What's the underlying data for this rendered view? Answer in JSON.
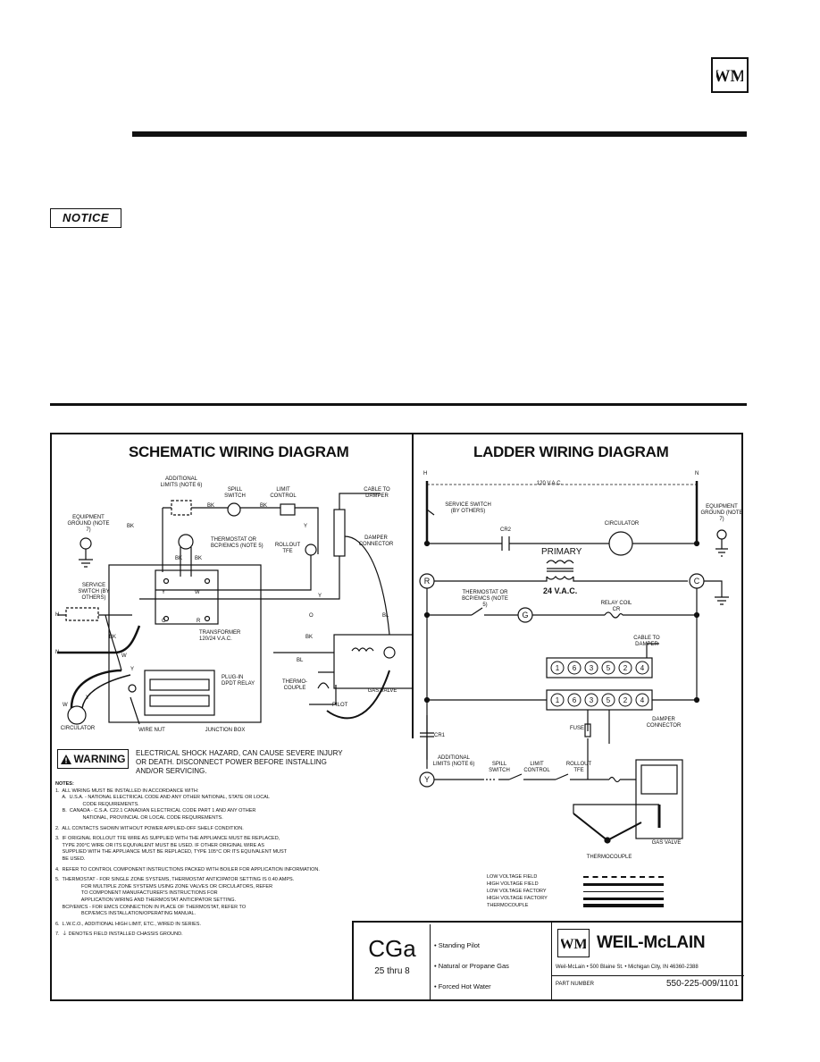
{
  "page": {
    "notice_label": "NOTICE"
  },
  "schematic": {
    "title": "SCHEMATIC WIRING DIAGRAM",
    "labels": {
      "additional_limits": "ADDITIONAL LIMITS (NOTE 6)",
      "spill_switch": "SPILL SWITCH",
      "limit_control": "LIMIT CONTROL",
      "cable_to_damper": "CABLE TO DAMPER",
      "equipment_ground": "EQUIPMENT GROUND (NOTE 7)",
      "thermostat": "THERMOSTAT OR BCP/EMCS (NOTE 5)",
      "rollout_tfe": "ROLLOUT TFE",
      "damper_connector": "DAMPER CONNECTOR",
      "service_switch": "SERVICE SWITCH (BY OTHERS)",
      "transformer": "TRANSFORMER 120/24 V.A.C.",
      "plug_in_dpdt_relay": "PLUG-IN DPDT RELAY",
      "thermocouple": "THERMO- COUPLE",
      "pilot": "PILOT",
      "gas_valve": "GAS VALVE",
      "circulator": "CIRCULATOR",
      "wire_nut": "WIRE NUT",
      "junction_box": "JUNCTION BOX",
      "h": "H",
      "n": "N"
    }
  },
  "ladder": {
    "title": "LADDER WIRING DIAGRAM",
    "labels": {
      "h": "H",
      "n": "N",
      "vac120": "120 V.A.C.",
      "service_switch": "SERVICE SWITCH (BY OTHERS)",
      "cr2": "CR2",
      "circulator": "CIRCULATOR",
      "equipment_ground": "EQUIPMENT GROUND (NOTE 7)",
      "primary": "PRIMARY",
      "vac24": "24 V.A.C.",
      "r": "R",
      "c": "C",
      "thermostat": "THERMOSTAT OR BCP/EMCS (NOTE 5)",
      "g": "G",
      "relay_coil": "RELAY COIL CR",
      "cable_to_damper": "CABLE TO DAMPER",
      "fuse": "FUSE",
      "damper_connector": "DAMPER CONNECTOR",
      "cr1": "CR1",
      "additional_limits": "ADDITIONAL LIMITS (NOTE 6)",
      "spill_switch": "SPILL SWITCH",
      "limit_control": "LIMIT CONTROL",
      "rollout_tfe": "ROLLOUT TFE",
      "y": "Y",
      "thermocouple": "THERMOCOUPLE",
      "gas_valve": "GAS VALVE"
    },
    "terminals_top": [
      "1",
      "6",
      "3",
      "5",
      "2",
      "4"
    ],
    "terminals_bottom": [
      "1",
      "6",
      "3",
      "5",
      "2",
      "4"
    ]
  },
  "warning": {
    "badge": "WARNING",
    "text": "ELECTRICAL SHOCK HAZARD, CAN CAUSE SEVERE INJURY OR DEATH. DISCONNECT POWER BEFORE INSTALLING AND/OR SERVICING."
  },
  "notes": {
    "heading": "NOTES:",
    "lines": [
      "1.  ALL WIRING MUST BE INSTALLED IN ACCORDANCE WITH:",
      "     A.  U.S.A. - NATIONAL ELECTRICAL CODE AND ANY OTHER NATIONAL, STATE OR LOCAL",
      "                    CODE REQUIREMENTS.",
      "     B.  CANADA - C.S.A. C22.1 CANADIAN ELECTRICAL CODE PART 1 AND ANY OTHER",
      "                    NATIONAL, PROVINCIAL OR LOCAL CODE REQUIREMENTS.",
      "2.  ALL CONTACTS SHOWN WITHOUT POWER APPLIED-OFF SHELF CONDITION.",
      "3.  IF ORIGINAL ROLLOUT TFE WIRE AS SUPPLIED WITH THE APPLIANCE MUST BE REPLACED,",
      "     TYPE 200°C WIRE OR ITS EQUIVALENT MUST BE USED. IF OTHER ORIGINAL WIRE AS",
      "     SUPPLIED WITH THE APPLIANCE MUST BE REPLACED, TYPE 105°C OR ITS EQUIVALENT MUST",
      "     BE USED.",
      "4.  REFER TO CONTROL COMPONENT INSTRUCTIONS PACKED WITH BOILER FOR APPLICATION INFORMATION.",
      "5.  THERMOSTAT - FOR SINGLE ZONE SYSTEMS, THERMOSTAT ANTICIPATOR SETTING IS 0.40 AMPS.",
      "                   FOR MULTIPLE ZONE SYSTEMS USING ZONE VALVES OR CIRCULATORS, REFER",
      "                   TO COMPONENT MANUFACTURER'S INSTRUCTIONS FOR",
      "                   APPLICATION WIRING AND THERMOSTAT ANTICIPATOR SETTING.",
      "     BCP/EMCS - FOR EMCS CONNECTION IN PLACE OF THERMOSTAT, REFER TO",
      "                   BCP/EMCS INSTALLATION/OPERATING MANUAL.",
      "6.  L.W.C.O., ADDITIONAL HIGH LIMIT, ETC., WIRED IN SERIES.",
      "7.  ⏚ DENOTES FIELD INSTALLED CHASSIS GROUND."
    ]
  },
  "legend": [
    {
      "label": "LOW VOLTAGE FIELD",
      "style": "field-low"
    },
    {
      "label": "HIGH VOLTAGE FIELD",
      "style": "field-high"
    },
    {
      "label": "LOW VOLTAGE FACTORY",
      "style": "factory-low"
    },
    {
      "label": "HIGH VOLTAGE FACTORY",
      "style": "factory-high"
    },
    {
      "label": "THERMOCOUPLE",
      "style": "thermocouple"
    }
  ],
  "title_block": {
    "model": "CGa",
    "range": "25 thru 8",
    "features": [
      "• Standing Pilot",
      "• Natural or Propane Gas",
      "• Forced Hot Water"
    ],
    "brand": "WEIL-McLAIN",
    "address": "Weil-McLain  •  500 Blaine St.   •  Michigan City, IN 46360-2388",
    "part_number_label": "PART NUMBER",
    "part_number": "550-225-009/1101"
  },
  "colors": {
    "ink": "#111111",
    "paper": "#ffffff"
  }
}
